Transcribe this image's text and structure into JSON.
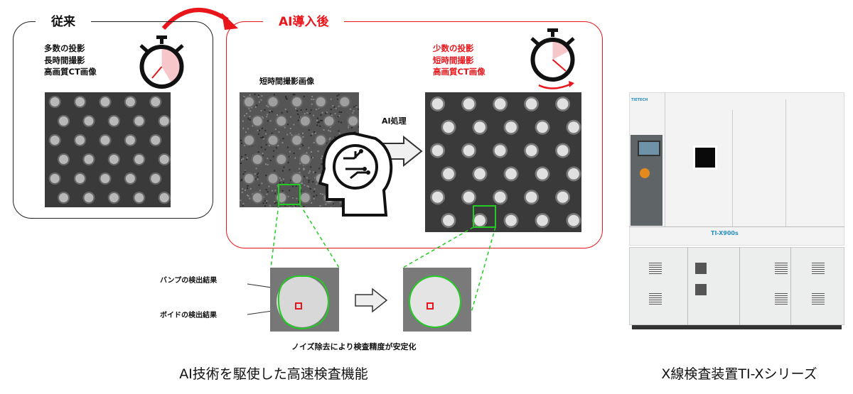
{
  "before": {
    "title": "従来",
    "lines": [
      "多数の投影",
      "長時間撮影",
      "高画質CT画像"
    ]
  },
  "after": {
    "title": "AI導入後",
    "lines": [
      "少数の投影",
      "短時間撮影",
      "高画質CT画像"
    ],
    "short_image_label": "短時間撮影画像",
    "ai_label": "AI処理"
  },
  "detail": {
    "bump_label": "バンプの検出結果",
    "void_label": "ボイドの検出結果",
    "note": "ノイズ除去により検査精度が安定化"
  },
  "captions": {
    "left": "AI技術を駆使した高速検査機能",
    "right": "X線検査装置TI-Xシリーズ"
  },
  "machine": {
    "brand": "TIETECH",
    "model": "TI-X900s"
  },
  "colors": {
    "red": "#e8161b",
    "green": "#22cc22",
    "pink": "#f7c6cb"
  }
}
